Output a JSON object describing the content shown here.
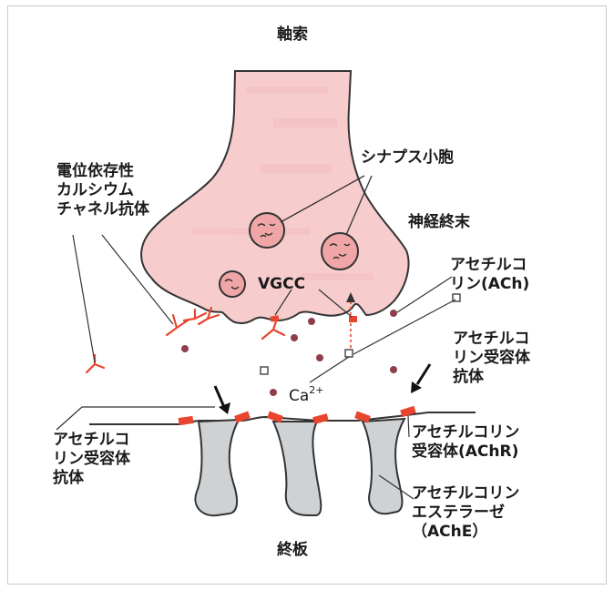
{
  "labels": {
    "axon": "軸索",
    "vesicles": "シナプス小胞",
    "nerve_terminal": "神経終末",
    "vgcc_antibody": "電位依存性\nカルシウム\nチャネル抗体",
    "vgcc": "VGCC",
    "ach": "アセチルコ\nリン(ACh)",
    "achr_antibody_right": "アセチルコ\nリン受容体\n抗体",
    "achr_antibody_left": "アセチルコ\nリン受容体\n抗体",
    "calcium": "Ca",
    "calcium_charge": "2+",
    "achr": "アセチルコリン\n受容体(AChR)",
    "ache": "アセチルコリン\nエステラーゼ\n（AChE）",
    "endplate": "終板"
  },
  "colors": {
    "terminal_fill": "#f7cccc",
    "red_accent": "#e8452f",
    "vesicle_fill": "#f0a6a6",
    "ca_dot": "#8e3e4a",
    "fold_fill": "#cfd2d5",
    "outline": "#333333"
  }
}
